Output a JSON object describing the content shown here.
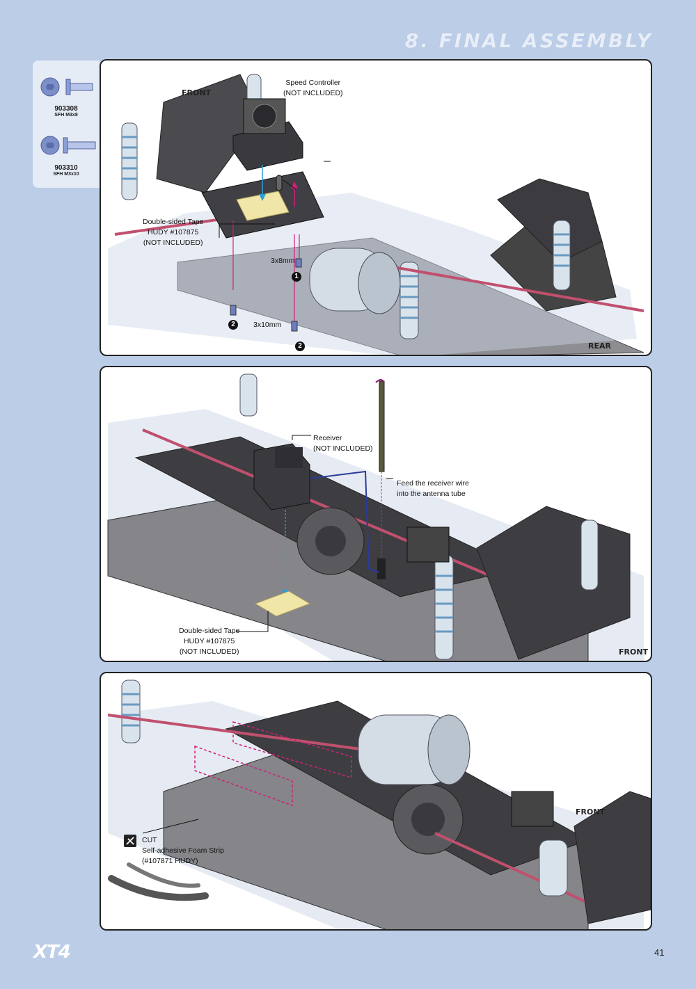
{
  "header": {
    "section_title": "8. FINAL ASSEMBLY"
  },
  "parts": [
    {
      "code": "903308",
      "desc": "SFH M3x8"
    },
    {
      "code": "903310",
      "desc": "SFH M3x10"
    }
  ],
  "panel1": {
    "front": "FRONT",
    "rear": "REAR",
    "speed_controller": [
      "Speed Controller",
      "(NOT INCLUDED)"
    ],
    "tape": [
      "Double-sided Tape",
      "HUDY #107875",
      "(NOT INCLUDED)"
    ],
    "screw_a": "3x8mm",
    "screw_b": "3x10mm",
    "step1": "1",
    "step2": "2"
  },
  "panel2": {
    "receiver": [
      "Receiver",
      "(NOT INCLUDED)"
    ],
    "feed": [
      "Feed the receiver wire",
      "into the antenna tube"
    ],
    "tape": [
      "Double-sided Tape",
      "HUDY #107875",
      "(NOT INCLUDED)"
    ],
    "front": "FRONT"
  },
  "panel3": {
    "front": "FRONT",
    "cut": [
      "CUT",
      "Self-adhesive Foam Strip",
      "(#107871 HUDY)"
    ]
  },
  "footer": {
    "logo": "XT4",
    "page_number": "41"
  },
  "colors": {
    "background": "#bccde8",
    "accent_blue": "#2aa0d8",
    "accent_magenta": "#d0207a"
  }
}
